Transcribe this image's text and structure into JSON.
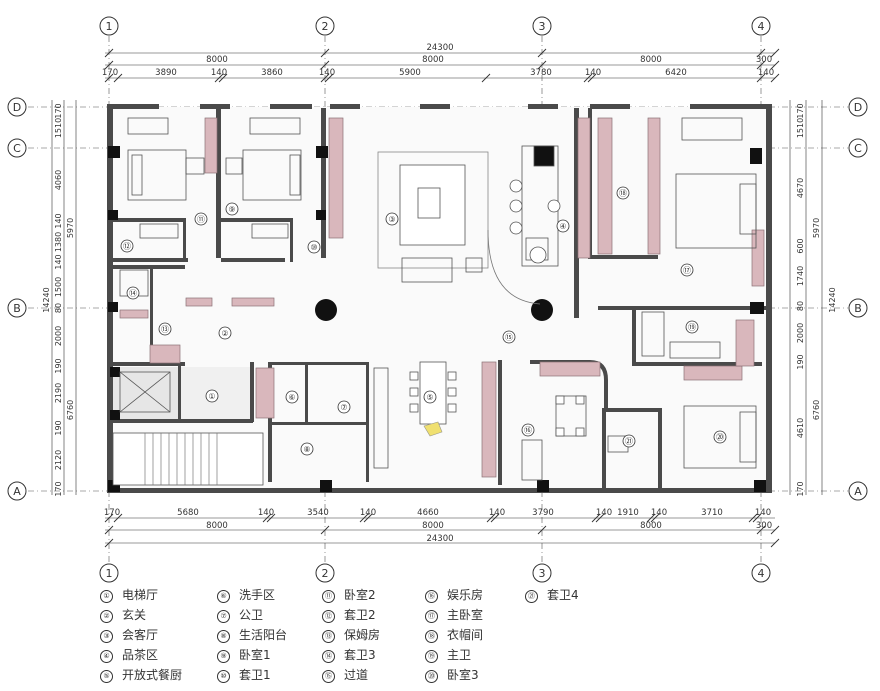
{
  "grid": {
    "columns": [
      "1",
      "2",
      "3",
      "4"
    ],
    "rows": [
      "D",
      "C",
      "B",
      "A"
    ]
  },
  "dimensions": {
    "top_total": "24300",
    "top_spans": [
      "8000",
      "8000",
      "8000",
      "300"
    ],
    "top_detail": [
      "170",
      "3890",
      "140",
      "3860",
      "140",
      "5900",
      "3780",
      "140",
      "6420",
      "140"
    ],
    "bottom_detail": [
      "170",
      "5680",
      "140",
      "3540",
      "140",
      "4660",
      "140",
      "3790",
      "140",
      "1910",
      "140",
      "3710",
      "140"
    ],
    "bottom_spans": [
      "8000",
      "8000",
      "8000",
      "300"
    ],
    "bottom_total": "24300",
    "left_detail": [
      "170",
      "1510",
      "4060",
      "140",
      "1380",
      "140",
      "1500",
      "80",
      "2000",
      "190",
      "2190",
      "190",
      "2120",
      "170"
    ],
    "left_groups": [
      "5970",
      "14240",
      "6760"
    ],
    "right_detail": [
      "170",
      "1510",
      "4670",
      "600",
      "1740",
      "80",
      "2000",
      "190",
      "4610",
      "170"
    ],
    "right_groups": [
      "5970",
      "14240",
      "6760"
    ]
  },
  "rooms": [
    {
      "num": "①",
      "label": "电梯厅"
    },
    {
      "num": "②",
      "label": "玄关"
    },
    {
      "num": "③",
      "label": "会客厅"
    },
    {
      "num": "④",
      "label": "品茶区"
    },
    {
      "num": "⑤",
      "label": "开放式餐厨"
    },
    {
      "num": "⑥",
      "label": "洗手区"
    },
    {
      "num": "⑦",
      "label": "公卫"
    },
    {
      "num": "⑧",
      "label": "生活阳台"
    },
    {
      "num": "⑨",
      "label": "卧室1"
    },
    {
      "num": "⑩",
      "label": "套卫1"
    },
    {
      "num": "⑪",
      "label": "卧室2"
    },
    {
      "num": "⑫",
      "label": "套卫2"
    },
    {
      "num": "⑬",
      "label": "保姆房"
    },
    {
      "num": "⑭",
      "label": "套卫3"
    },
    {
      "num": "⑮",
      "label": "过道"
    },
    {
      "num": "⑯",
      "label": "娱乐房"
    },
    {
      "num": "⑰",
      "label": "主卧室"
    },
    {
      "num": "⑱",
      "label": "衣帽间"
    },
    {
      "num": "⑲",
      "label": "主卫"
    },
    {
      "num": "⑳",
      "label": "卧室3"
    },
    {
      "num": "㉑",
      "label": "套卫4"
    }
  ],
  "colors": {
    "wall": "#4a4a4a",
    "accent_pink": "#d9b7bc",
    "line": "#333333",
    "grid_line": "#555555",
    "tile": "#d0d0d0"
  }
}
